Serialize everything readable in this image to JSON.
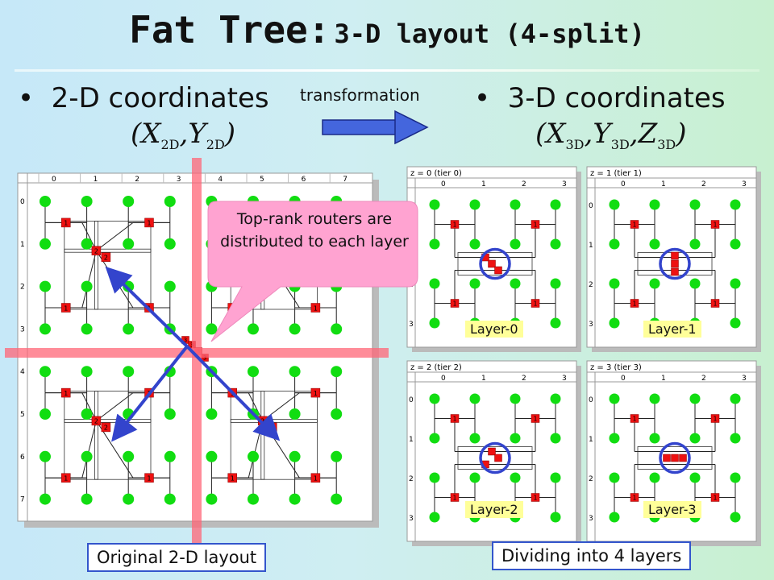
{
  "title": {
    "main": "Fat Tree:",
    "sub": "3-D layout (4-split)"
  },
  "left_bullet": {
    "text": "2-D coordinates"
  },
  "right_bullet": {
    "text": "3-D coordinates"
  },
  "transformation_label": "transformation",
  "formula_2d": {
    "x": "X",
    "x_sub": "2D",
    "y": "Y",
    "y_sub": "2D"
  },
  "formula_3d": {
    "x": "X",
    "x_sub": "3D",
    "y": "Y",
    "y_sub": "3D",
    "z": "Z",
    "z_sub": "3D"
  },
  "callout": "Top-rank routers are distributed to each layer",
  "original_caption": "Original 2-D layout",
  "dividing_caption": "Dividing into 4 layers",
  "big_grid": {
    "col_headers": [
      "0",
      "1",
      "2",
      "3",
      "4",
      "5",
      "6",
      "7"
    ],
    "row_headers": [
      "0",
      "1",
      "2",
      "3",
      "4",
      "5",
      "6",
      "7"
    ],
    "level1_label": "1",
    "level2_label": "2",
    "top_labels": [
      "3",
      "3",
      "3",
      "3"
    ]
  },
  "layers": [
    {
      "header": "z = 0 (tier 0)",
      "tag": "Layer-0",
      "col_headers": [
        "0",
        "1",
        "2",
        "3"
      ],
      "row_headers": [
        "0",
        "1",
        "2",
        "3"
      ]
    },
    {
      "header": "z = 1 (tier 1)",
      "tag": "Layer-1",
      "col_headers": [
        "0",
        "1",
        "2",
        "3"
      ],
      "row_headers": [
        "0",
        "1",
        "2",
        "3"
      ]
    },
    {
      "header": "z = 2 (tier 2)",
      "tag": "Layer-2",
      "col_headers": [
        "0",
        "1",
        "2",
        "3"
      ],
      "row_headers": [
        "0",
        "1",
        "2",
        "3"
      ]
    },
    {
      "header": "z = 3 (tier 3)",
      "tag": "Layer-3",
      "col_headers": [
        "0",
        "1",
        "2",
        "3"
      ],
      "row_headers": [
        "0",
        "1",
        "2",
        "3"
      ]
    }
  ],
  "colors": {
    "node": "#11dd11",
    "router": "#ee1111",
    "cross": "#ff6677",
    "arrow": "#3344cc",
    "callout_fill": "#ffa3d1",
    "highlight_circle": "#3344cc",
    "layer_tag": "#ffff99"
  },
  "icons": {
    "transformation_arrow": "arrow-right-icon"
  }
}
